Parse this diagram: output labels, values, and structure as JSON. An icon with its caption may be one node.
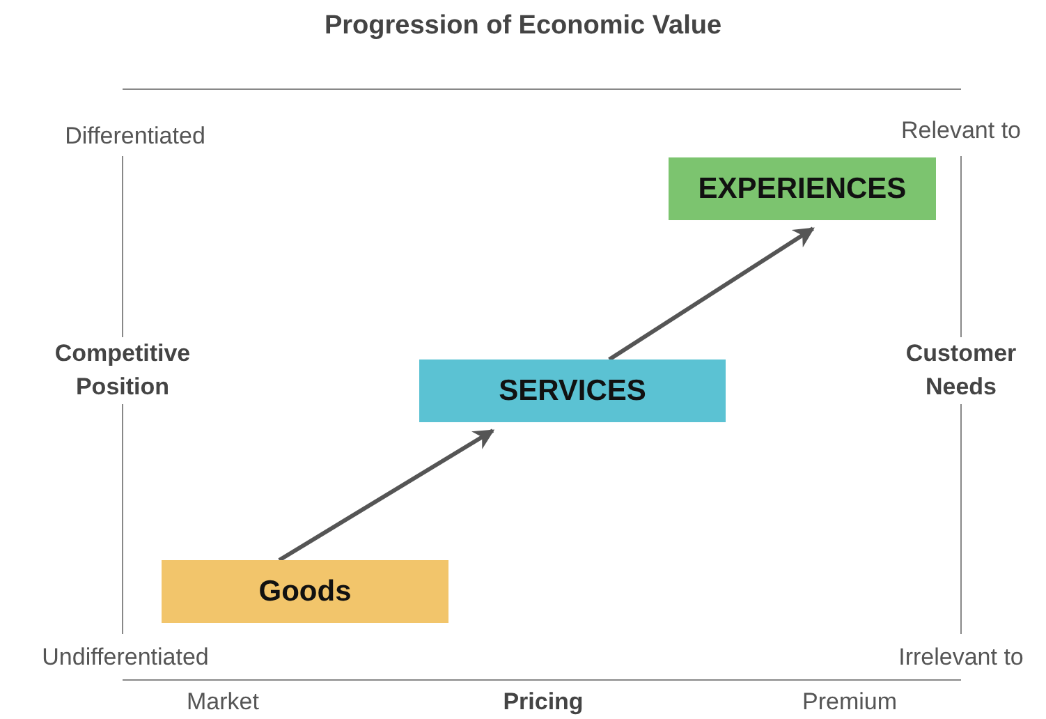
{
  "diagram": {
    "title": "Progression of Economic Value",
    "nodes": [
      {
        "text": [
          "EXPERIENCES"
        ]
      },
      {
        "text": [
          "SERVICES"
        ]
      },
      {
        "text": [
          "Goods"
        ]
      }
    ],
    "edges": [
      {
        "from": 2,
        "to": 1,
        "arrow": "to"
      },
      {
        "from": 1,
        "to": 0,
        "arrow": "to"
      }
    ],
    "labels": [
      "Differentiated",
      "Relevant to",
      "Competitive Position",
      "Customer Needs",
      "Undifferentiated",
      "Irrelevant to",
      "Market",
      "Pricing",
      "Premium"
    ]
  }
}
